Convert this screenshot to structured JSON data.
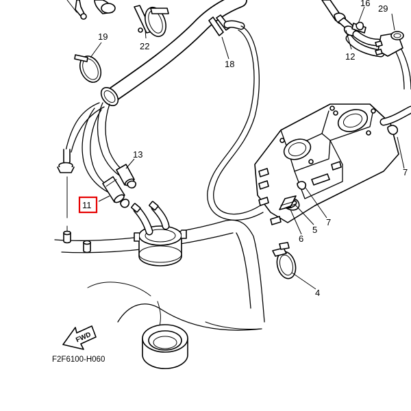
{
  "diagram": {
    "callouts": {
      "c4": "4",
      "c5": "5",
      "c6": "6",
      "c7a": "7",
      "c7b": "7",
      "c11": "11",
      "c12": "12",
      "c13": "13",
      "c16": "16",
      "c18": "18",
      "c19": "19",
      "c22": "22",
      "c29": "29"
    },
    "highlighted_callout": "11",
    "highlight_color": "#e60000",
    "figure_code": "F2F6100-H060",
    "fwd_label": "FWD"
  }
}
